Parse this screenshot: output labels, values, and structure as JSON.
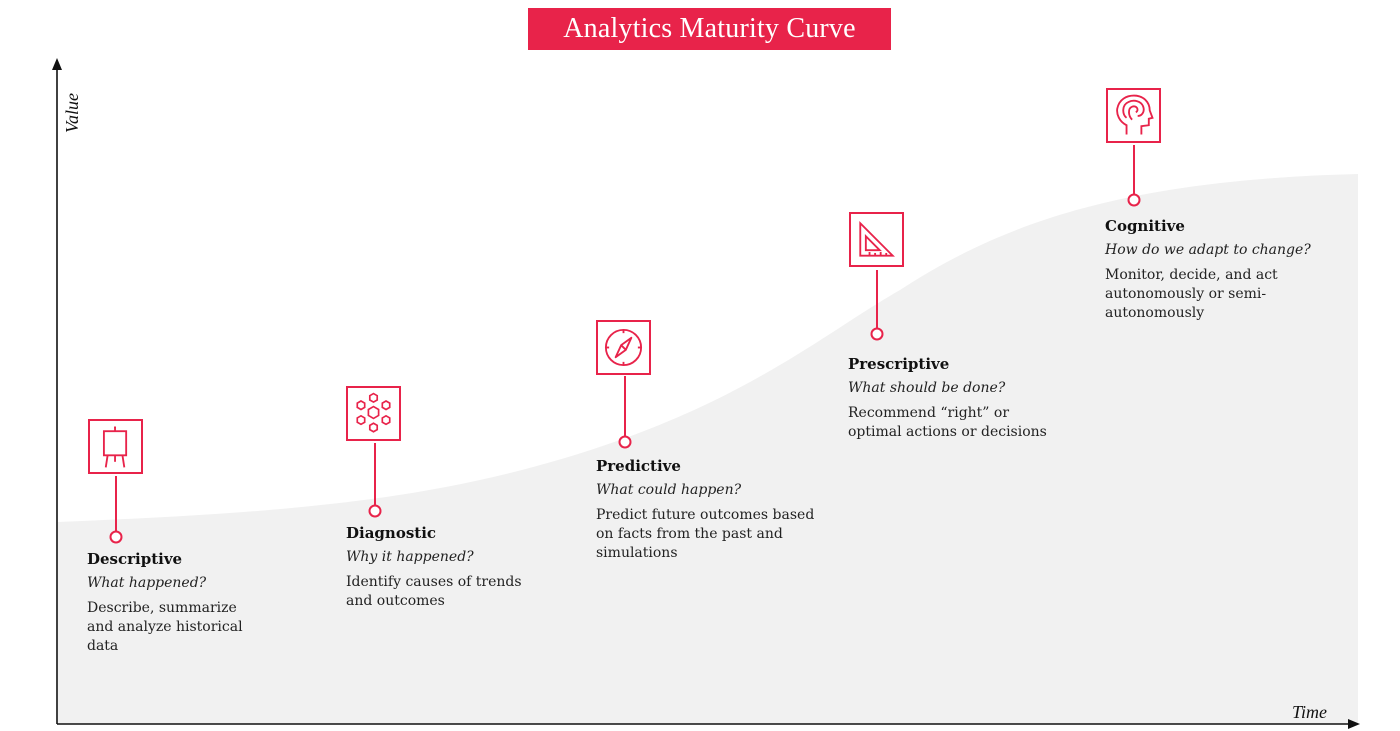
{
  "title": "Analytics Maturity Curve",
  "axes": {
    "y_label": "Value",
    "x_label": "Time"
  },
  "colors": {
    "accent": "#e8234a",
    "curve_fill": "#f1f1f1",
    "axis": "#111111"
  },
  "stages": [
    {
      "name": "Descriptive",
      "question": "What happened?",
      "description": "Describe, summarize and analyze historical data",
      "icon": "easel-icon"
    },
    {
      "name": "Diagnostic",
      "question": "Why it happened?",
      "description": "Identify causes of trends and outcomes",
      "icon": "hexagon-network-icon"
    },
    {
      "name": "Predictive",
      "question": "What could happen?",
      "description": "Predict future outcomes based on facts from the past and simulations",
      "icon": "compass-icon"
    },
    {
      "name": "Prescriptive",
      "question": "What should be done?",
      "description": "Recommend “right” or optimal actions or decisions",
      "icon": "set-square-icon"
    },
    {
      "name": "Cognitive",
      "question": "How do we adapt to change?",
      "description": "Monitor, decide, and act autonomously or semi-autonomously",
      "icon": "head-brain-icon"
    }
  ]
}
